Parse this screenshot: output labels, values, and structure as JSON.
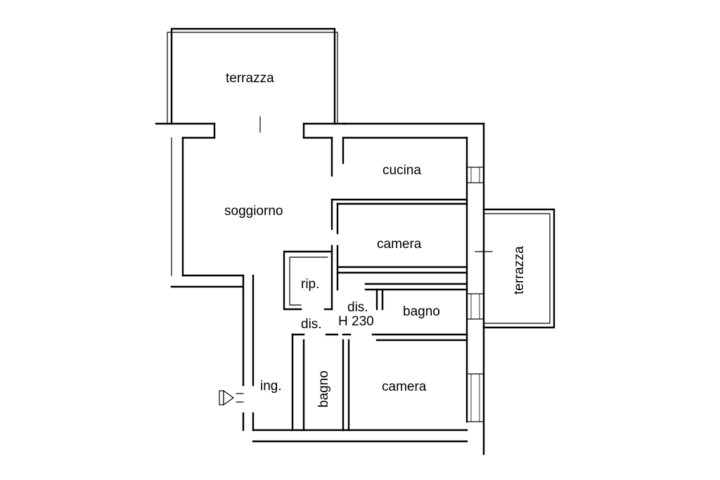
{
  "floorplan": {
    "rooms": {
      "terrazza_top": "terrazza",
      "terrazza_right": "terrazza",
      "cucina": "cucina",
      "soggiorno": "soggiorno",
      "camera_upper": "camera",
      "rip": "rip.",
      "dis_left": "dis.",
      "dis_right": "dis.",
      "height_note": "H 230",
      "bagno_right": "bagno",
      "ingresso": "ing.",
      "bagno_vertical": "bagno",
      "camera_lower": "camera"
    },
    "colors": {
      "lines": "#000000",
      "background": "#ffffff"
    },
    "icons": [
      "entrance-symbol-icon"
    ]
  }
}
